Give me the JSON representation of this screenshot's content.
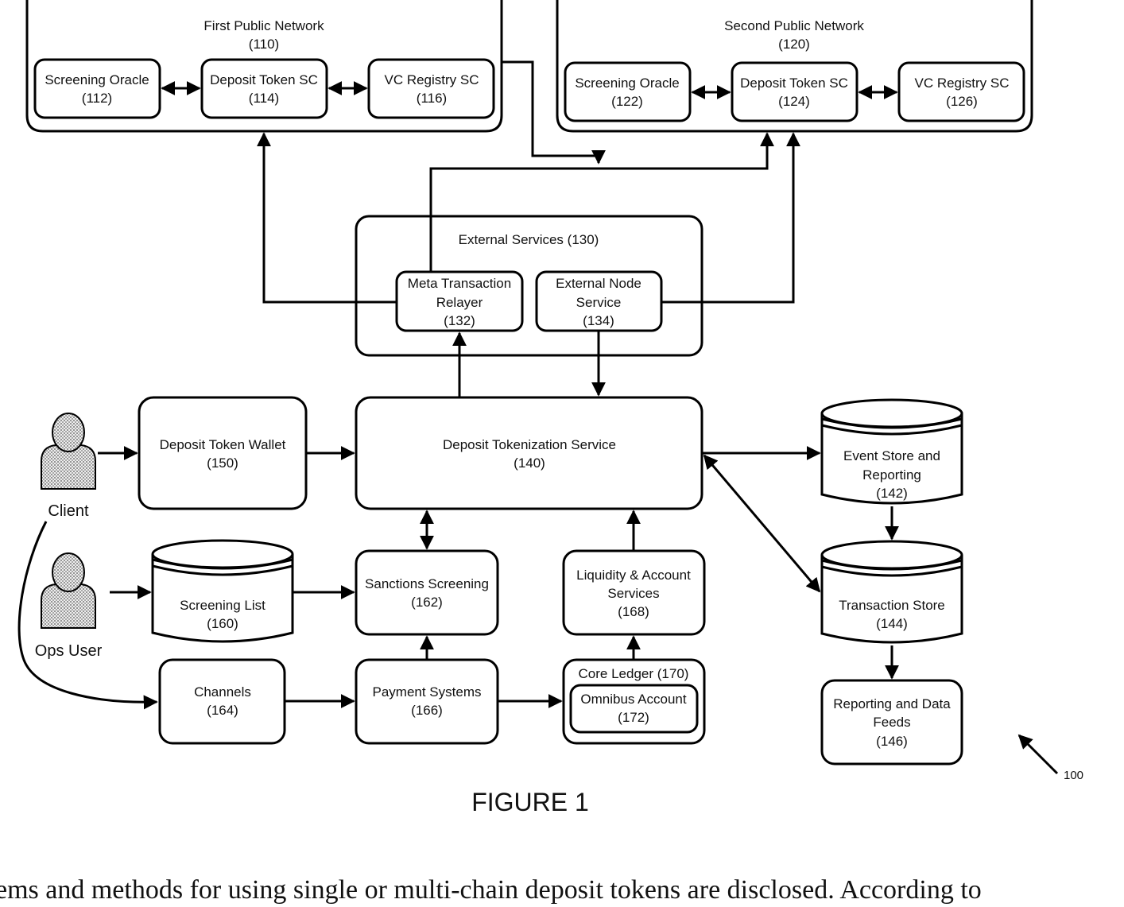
{
  "figure": {
    "title": "FIGURE 1",
    "ref_number": "100"
  },
  "networks": {
    "first": {
      "title": "First Public Network",
      "id": "(110)"
    },
    "second": {
      "title": "Second Public Network",
      "id": "(120)"
    }
  },
  "nodes": {
    "screening_oracle_1": {
      "line1": "Screening Oracle",
      "id": "(112)"
    },
    "deposit_token_sc_1": {
      "line1": "Deposit Token SC",
      "id": "(114)"
    },
    "vc_registry_sc_1": {
      "line1": "VC Registry SC",
      "id": "(116)"
    },
    "screening_oracle_2": {
      "line1": "Screening Oracle",
      "id": "(122)"
    },
    "deposit_token_sc_2": {
      "line1": "Deposit Token SC",
      "id": "(124)"
    },
    "vc_registry_sc_2": {
      "line1": "VC Registry SC",
      "id": "(126)"
    },
    "external_services": {
      "title": "External Services (130)"
    },
    "meta_tx_relayer": {
      "line1": "Meta Transaction",
      "line2": "Relayer",
      "id": "(132)"
    },
    "external_node_service": {
      "line1": "External Node",
      "line2": "Service",
      "id": "(134)"
    },
    "deposit_tokenization_service": {
      "line1": "Deposit Tokenization Service",
      "id": "(140)"
    },
    "event_store": {
      "line1": "Event Store and",
      "line2": "Reporting",
      "id": "(142)"
    },
    "transaction_store": {
      "line1": "Transaction Store",
      "id": "(144)"
    },
    "reporting_data_feeds": {
      "line1": "Reporting and Data",
      "line2": "Feeds",
      "id": "(146)"
    },
    "deposit_token_wallet": {
      "line1": "Deposit Token Wallet",
      "id": "(150)"
    },
    "screening_list": {
      "line1": "Screening List",
      "id": "(160)"
    },
    "sanctions_screening": {
      "line1": "Sanctions Screening",
      "id": "(162)"
    },
    "channels": {
      "line1": "Channels",
      "id": "(164)"
    },
    "payment_systems": {
      "line1": "Payment Systems",
      "id": "(166)"
    },
    "liquidity_account_services": {
      "line1": "Liquidity & Account",
      "line2": "Services",
      "id": "(168)"
    },
    "core_ledger": {
      "title": "Core Ledger (170)"
    },
    "omnibus_account": {
      "line1": "Omnibus Account",
      "id": "(172)"
    }
  },
  "actors": {
    "client": {
      "label": "Client"
    },
    "ops_user": {
      "label": "Ops User"
    }
  },
  "caption_text": "ems and methods for using single or multi-chain deposit tokens are disclosed. According to"
}
